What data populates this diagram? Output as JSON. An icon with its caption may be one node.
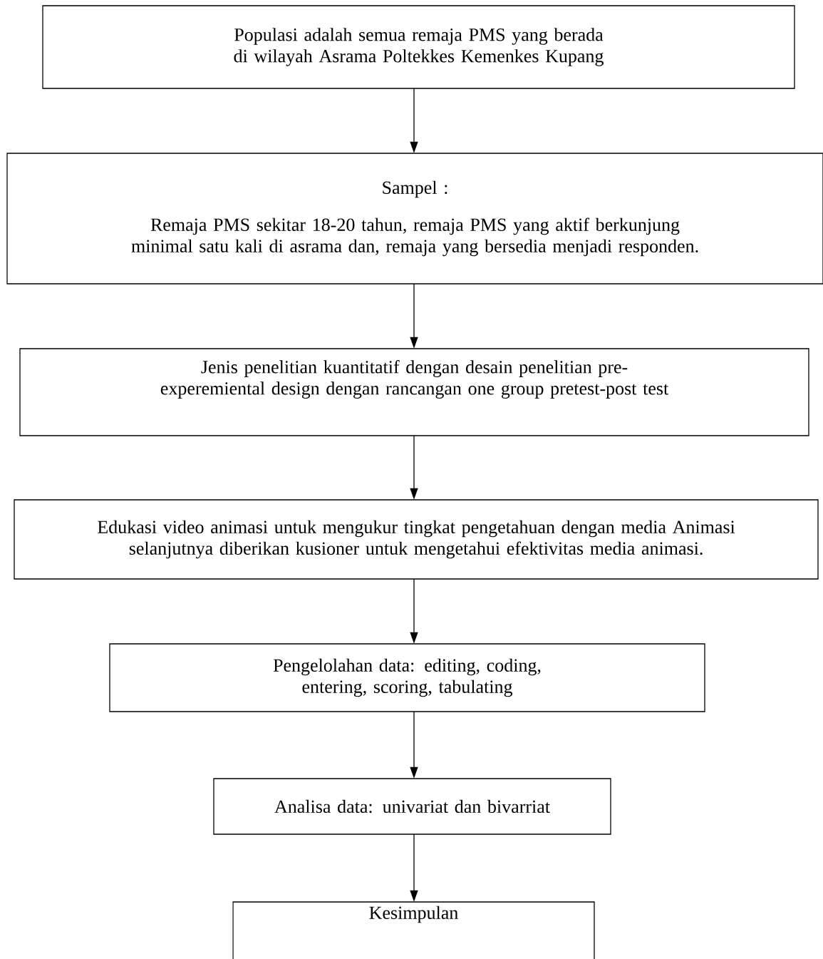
{
  "diagram": {
    "nodes": [
      {
        "text": [
          "Populasi adalah semua remaja PMS yang berada di wilayah Asrama Poltekkes Kemenkes Kupang"
        ]
      },
      {
        "text": [
          "Sampel :",
          "Remaja PMS sekitar 18-20 tahun, remaja PMS yang aktif berkunjung minimal satu kali di asrama dan, remaja  yang bersedia menjadi responden."
        ]
      },
      {
        "text": [
          "Jenis penelitian kuantitatif dengan  desain penelitian pre- experemiental design dengan rancangan one group pretest-post test"
        ]
      },
      {
        "text": [
          "Edukasi video animasi untuk  mengukur tingkat pengetahuan dengan media Animasi selanjutnya  diberikan kusioner untuk mengetahui efektivitas media animasi."
        ]
      },
      {
        "text": [
          "Pengelolahan data: editing, coding, entering, scoring, tabulating"
        ]
      },
      {
        "text": [
          "Analisa data: univariat dan bivarriat"
        ]
      },
      {
        "text": [
          "Kesimpulan"
        ]
      }
    ],
    "edges": [
      {
        "from": 0,
        "to": 1,
        "arrow": "to"
      },
      {
        "from": 1,
        "to": 2,
        "arrow": "to"
      },
      {
        "from": 2,
        "to": 3,
        "arrow": "to"
      },
      {
        "from": 3,
        "to": 4,
        "arrow": "to"
      },
      {
        "from": 4,
        "to": 5,
        "arrow": "to"
      },
      {
        "from": 5,
        "to": 6,
        "arrow": "to"
      }
    ]
  }
}
